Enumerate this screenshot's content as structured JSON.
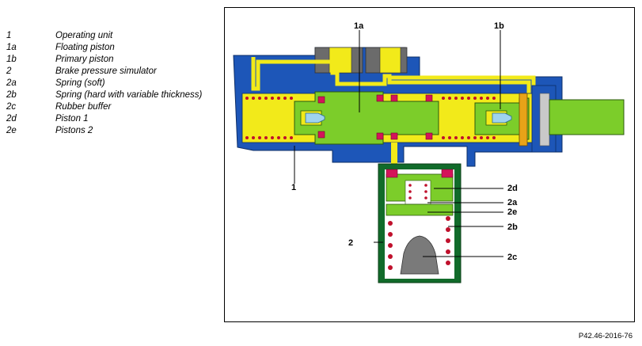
{
  "legend": [
    {
      "key": "1",
      "text": "Operating unit"
    },
    {
      "key": "1a",
      "text": "Floating piston"
    },
    {
      "key": "1b",
      "text": "Primary piston"
    },
    {
      "key": "2",
      "text": "Brake pressure simulator"
    },
    {
      "key": "2a",
      "text": "Spring (soft)"
    },
    {
      "key": "2b",
      "text": "Spring (hard with variable thickness)"
    },
    {
      "key": "2c",
      "text": "Rubber buffer"
    },
    {
      "key": "2d",
      "text": "Piston 1"
    },
    {
      "key": "2e",
      "text": "Pistons  2"
    }
  ],
  "diagram": {
    "labels": {
      "l1a": "1a",
      "l1b": "1b",
      "l1": "1",
      "l2": "2",
      "l2d": "2d",
      "l2a": "2a",
      "l2e": "2e",
      "l2b": "2b",
      "l2c": "2c"
    },
    "colors": {
      "housing": "#1d56b8",
      "fluid": "#f2ea1a",
      "piston": "#7ccd2a",
      "simulator_wall": "#116b2a",
      "spring": "#c0102c",
      "seal": "#d4145a",
      "rubber_buffer": "#7a7a7a",
      "fitting": "#6b6b6b"
    }
  },
  "figure_ref": "P42.46-2016-76"
}
